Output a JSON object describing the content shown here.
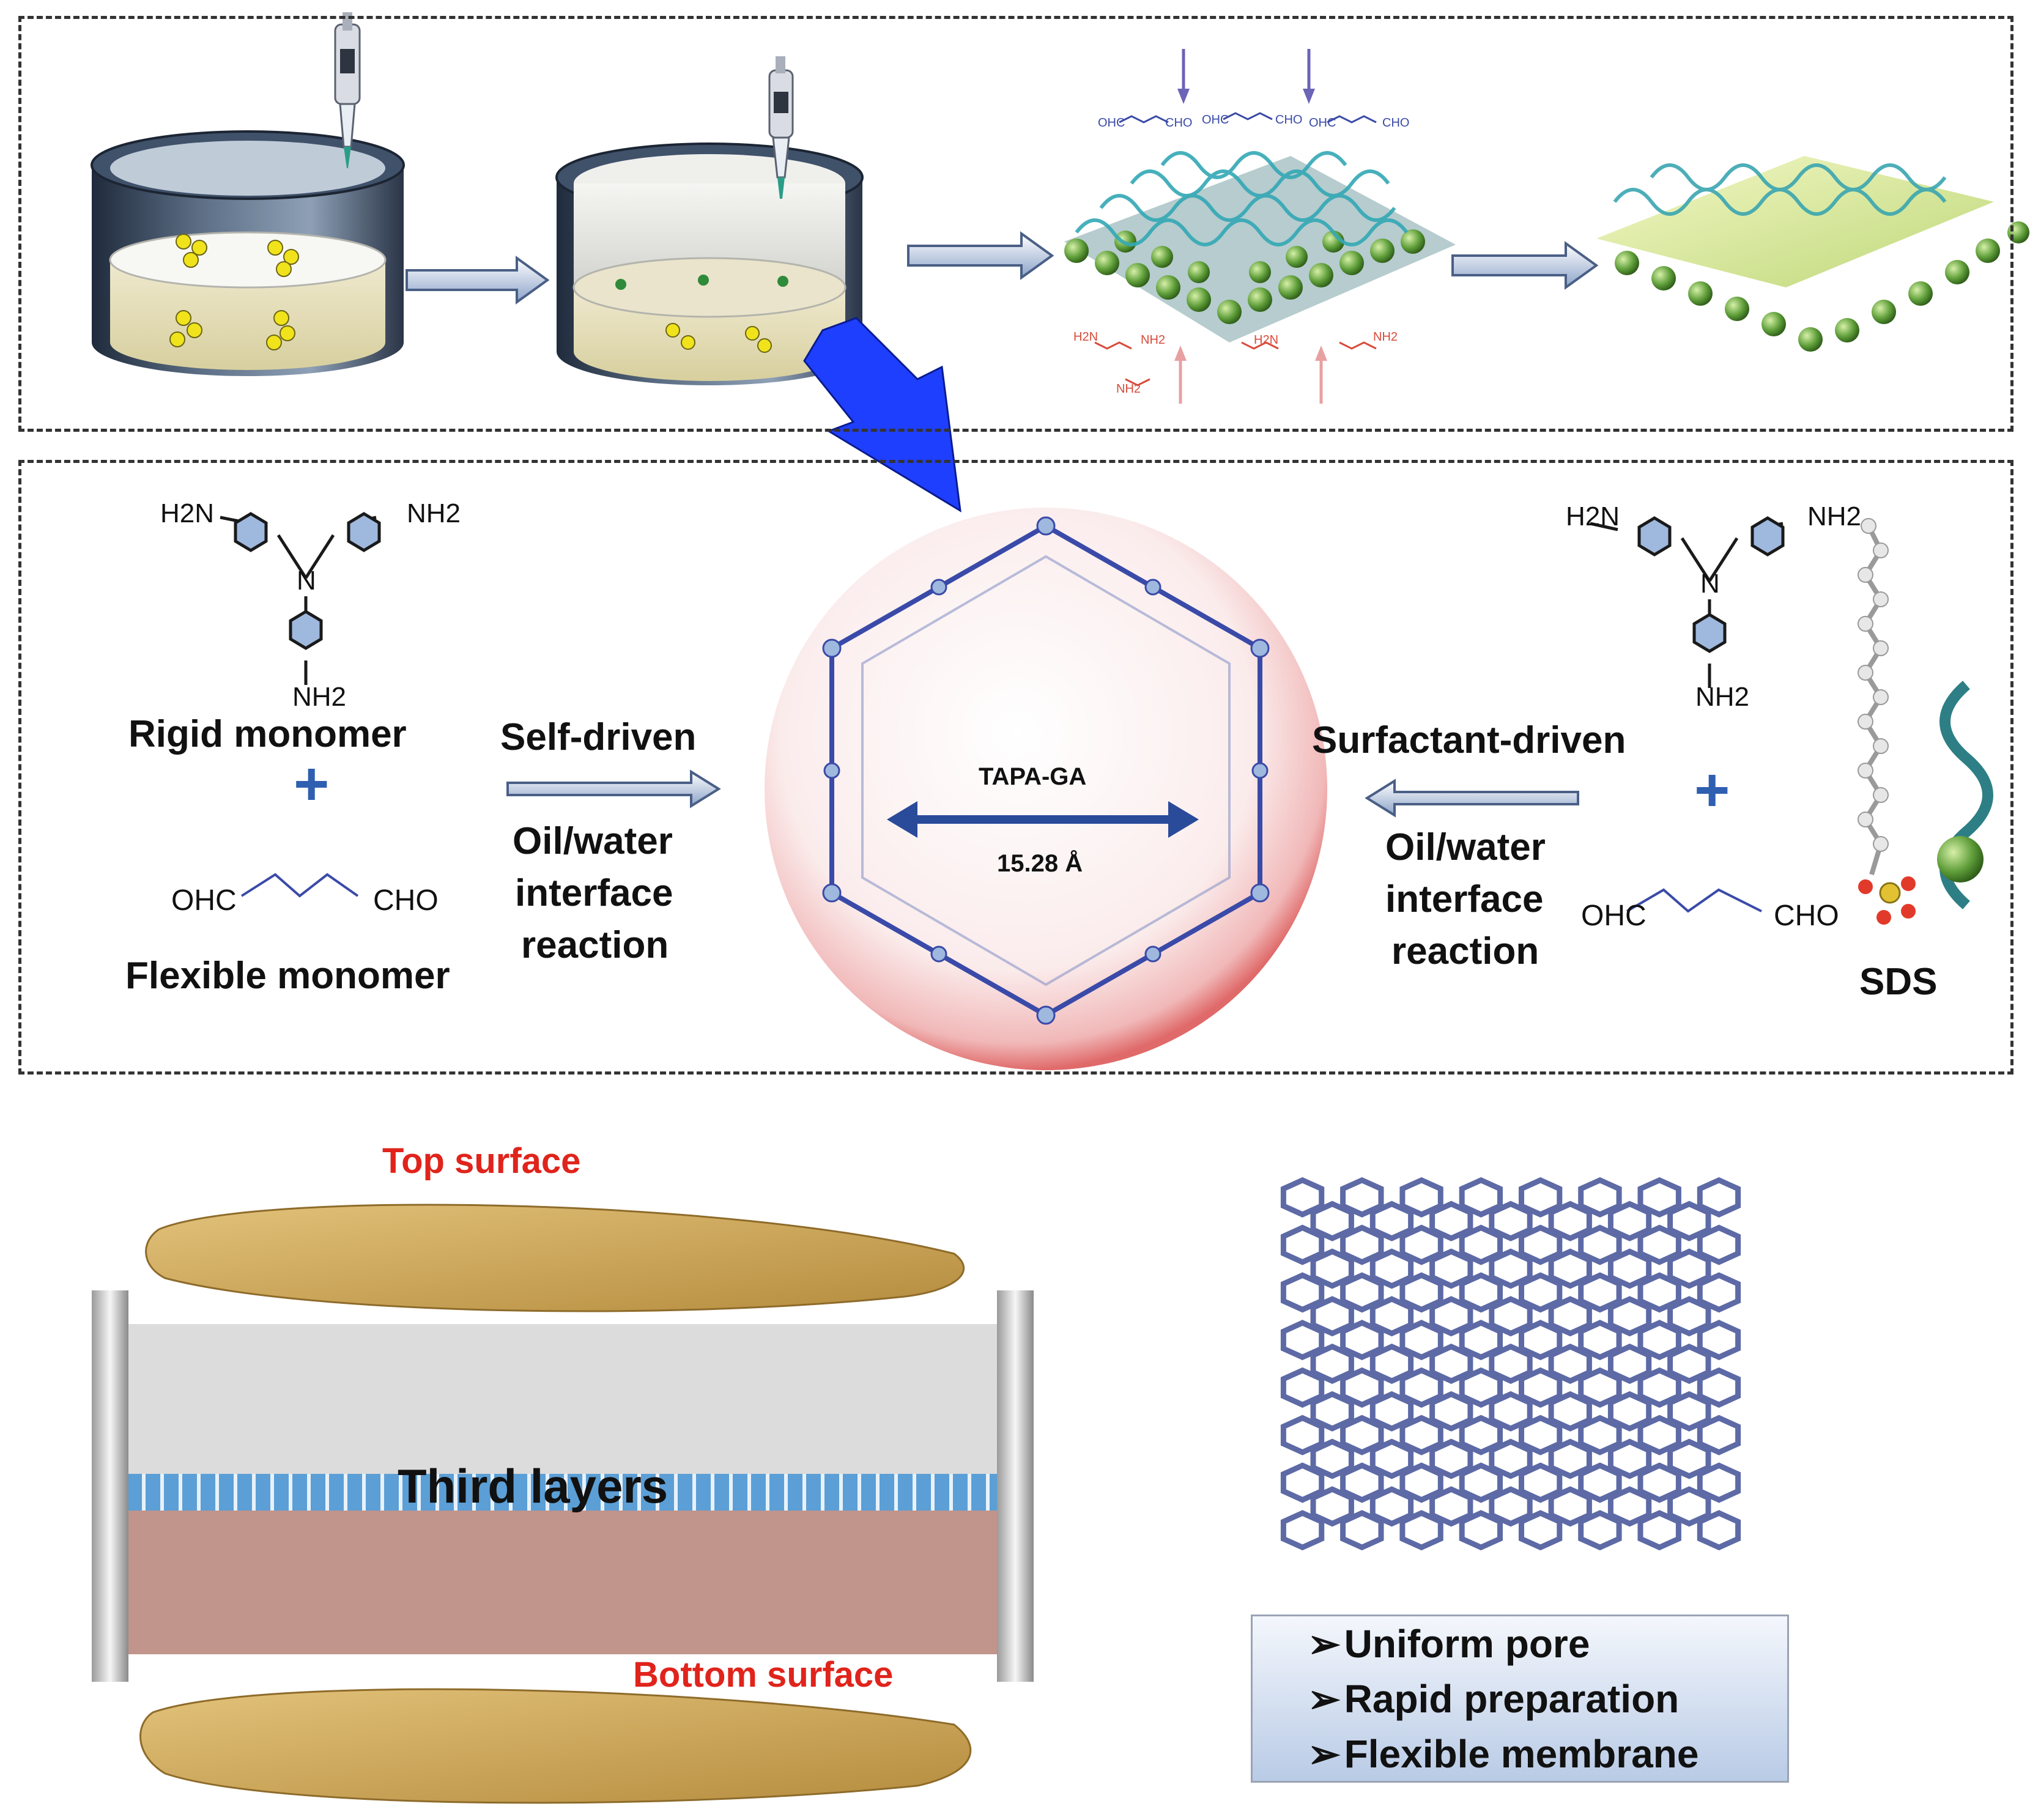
{
  "top_panel": {
    "reagents_top": [
      "OHC",
      "CHO",
      "OHC",
      "CHO",
      "OHC",
      "CHO"
    ],
    "reagents_bottom": [
      "H2N",
      "NH2",
      "NH2",
      "H2N",
      "NH2"
    ]
  },
  "left_chem": {
    "h2n": "H2N",
    "nh2_right": "NH2",
    "n": "N",
    "nh2_bottom": "NH2",
    "ohc": "OHC",
    "cho": "CHO"
  },
  "right_chem": {
    "h2n": "H2N",
    "nh2_right": "NH2",
    "n": "N",
    "nh2_bottom": "NH2",
    "ohc": "OHC",
    "cho": "CHO"
  },
  "labels": {
    "rigid_monomer": "Rigid monomer",
    "plus": "+",
    "flexible_monomer": "Flexible monomer",
    "self_driven": "Self-driven",
    "oil_water_1": "Oil/water",
    "interface_1": "interface",
    "reaction_1": "reaction",
    "surfactant_driven": "Surfactant-driven",
    "oil_water_2": "Oil/water",
    "interface_2": "interface",
    "reaction_2": "reaction",
    "sds": "SDS",
    "tapa_ga": "TAPA-GA",
    "pore_size": "15.28 Å"
  },
  "membrane": {
    "top_surface": "Top surface",
    "bottom_surface": "Bottom surface",
    "third_layers": "Third layers"
  },
  "features": [
    "Uniform pore",
    "Rapid preparation",
    "Flexible membrane"
  ],
  "bullet_symbol": "➢",
  "colors": {
    "arrow_blue": "#1f3fff",
    "red_text": "#e0241c",
    "bond_blue": "#3a4aa8",
    "sphere_green": "#5f9e3a",
    "membrane_gold": "#c9a355",
    "sublayer_pink": "#c1948c",
    "sublayer_gray": "#dcdcdc",
    "stripe_blue": "#5b9fd6"
  }
}
